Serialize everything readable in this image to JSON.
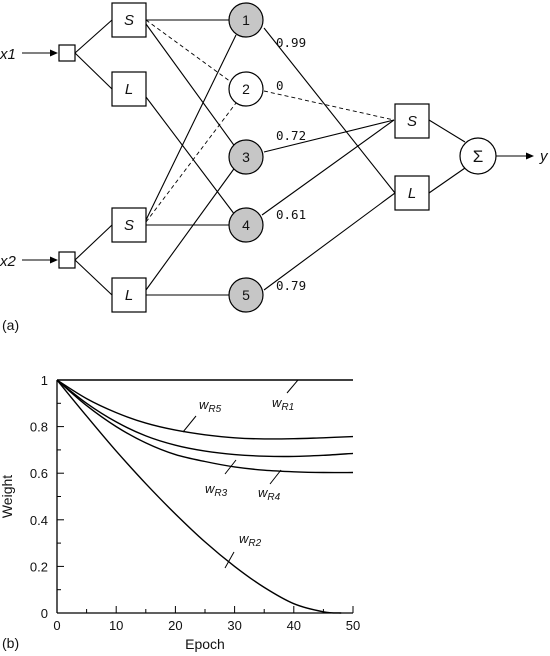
{
  "panel_a": {
    "label": "(a)",
    "inputs": [
      {
        "id": "x1",
        "label": "x1"
      },
      {
        "id": "x2",
        "label": "x2"
      }
    ],
    "input_mfs": [
      {
        "input": "x1",
        "term": "S"
      },
      {
        "input": "x1",
        "term": "L"
      },
      {
        "input": "x2",
        "term": "S"
      },
      {
        "input": "x2",
        "term": "L"
      }
    ],
    "rules": [
      {
        "label": "1",
        "weight": "0.99",
        "active": true
      },
      {
        "label": "2",
        "weight": "0",
        "active": false
      },
      {
        "label": "3",
        "weight": "0.72",
        "active": true
      },
      {
        "label": "4",
        "weight": "0.61",
        "active": true
      },
      {
        "label": "5",
        "weight": "0.79",
        "active": true
      }
    ],
    "output_mfs": [
      {
        "term": "S"
      },
      {
        "term": "L"
      }
    ],
    "sum_symbol": "Σ",
    "output_label": "y"
  },
  "panel_b": {
    "label": "(b)"
  },
  "chart_data": {
    "type": "line",
    "xlabel": "Epoch",
    "ylabel": "Weight",
    "xlim": [
      0,
      50
    ],
    "ylim": [
      0,
      1
    ],
    "xticks": [
      0,
      10,
      20,
      30,
      40,
      50
    ],
    "yticks": [
      0,
      0.2,
      0.4,
      0.6,
      0.8,
      1
    ],
    "grid": false,
    "series": [
      {
        "name": "wR1",
        "label_main": "w",
        "label_sub": "R1",
        "x": [
          0,
          10,
          20,
          30,
          40,
          50
        ],
        "y": [
          1,
          1,
          1,
          1,
          1,
          1
        ]
      },
      {
        "name": "wR5",
        "label_main": "w",
        "label_sub": "R5",
        "x": [
          0,
          5,
          10,
          15,
          20,
          25,
          30,
          35,
          40,
          45,
          50
        ],
        "y": [
          1,
          0.92,
          0.86,
          0.815,
          0.785,
          0.765,
          0.752,
          0.747,
          0.748,
          0.752,
          0.757
        ]
      },
      {
        "name": "wR3",
        "label_main": "w",
        "label_sub": "R3",
        "x": [
          0,
          5,
          10,
          15,
          20,
          25,
          30,
          35,
          40,
          45,
          50
        ],
        "y": [
          1,
          0.9,
          0.82,
          0.76,
          0.72,
          0.695,
          0.68,
          0.673,
          0.672,
          0.677,
          0.685
        ]
      },
      {
        "name": "wR4",
        "label_main": "w",
        "label_sub": "R4",
        "x": [
          0,
          5,
          10,
          15,
          20,
          25,
          30,
          35,
          40,
          45,
          50
        ],
        "y": [
          1,
          0.89,
          0.8,
          0.73,
          0.68,
          0.65,
          0.627,
          0.613,
          0.606,
          0.603,
          0.603
        ]
      },
      {
        "name": "wR2",
        "label_main": "w",
        "label_sub": "R2",
        "x": [
          0,
          5,
          10,
          15,
          20,
          25,
          30,
          35,
          40,
          45,
          48
        ],
        "y": [
          1,
          0.845,
          0.695,
          0.555,
          0.425,
          0.305,
          0.2,
          0.11,
          0.04,
          0.005,
          0
        ]
      }
    ]
  }
}
